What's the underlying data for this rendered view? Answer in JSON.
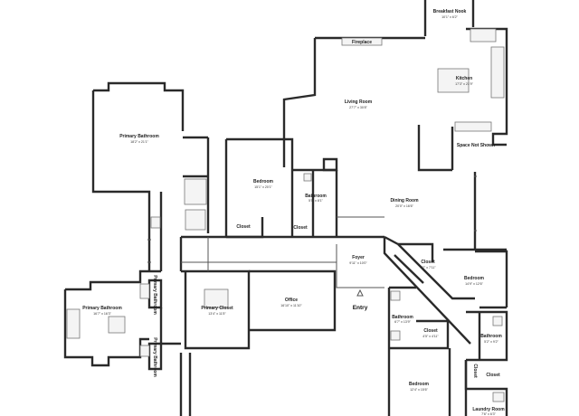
{
  "rooms": {
    "breakfast_nook": {
      "name": "Breakfast Nook",
      "dims": "10'1\" x 6'2\""
    },
    "fireplace": {
      "name": "Fireplace"
    },
    "kitchen": {
      "name": "Kitchen",
      "dims": "17'3\" x 21'9\""
    },
    "living_room": {
      "name": "Living Room",
      "dims": "27'7\" x 30'8\""
    },
    "primary_bathroom_upper": {
      "name": "Primary Bathroom",
      "dims": "18'2\" x 21'1\""
    },
    "bedroom_center": {
      "name": "Bedroom",
      "dims": "15'1\" x 20'1\""
    },
    "bathroom_center": {
      "name": "Bathroom",
      "dims": "5'5\" x 8'1\""
    },
    "closet_center_left": {
      "name": "Closet"
    },
    "closet_center_right": {
      "name": "Closet"
    },
    "space_not_shown": {
      "name": "Space Not Shown"
    },
    "dining_room": {
      "name": "Dining Room",
      "dims": "20'0\" x 16'6\""
    },
    "foyer": {
      "name": "Foyer",
      "dims": "9'11\" x 10'0\""
    },
    "closet_foyer": {
      "name": "Closet",
      "dims": "7'2\" x 7'11\""
    },
    "bedroom_east": {
      "name": "Bedroom",
      "dims": "14'9\" x 12'6\""
    },
    "primary_bathroom_lower": {
      "name": "Primary Bathroom",
      "dims": "16'7\" x 16'3\""
    },
    "primary_bathroom_label_1": {
      "name": "Primary Bathroom"
    },
    "primary_bathroom_label_2": {
      "name": "Primary Bathroom"
    },
    "primary_closet": {
      "name": "Primary Closet",
      "dims": "13'4\" x 11'5\""
    },
    "office": {
      "name": "Office",
      "dims": "16'10\" x 11'10\""
    },
    "entry": {
      "name": "Entry"
    },
    "bathroom_south": {
      "name": "Bathroom",
      "dims": "6'7\" x 13'9\""
    },
    "closet_south": {
      "name": "Closet",
      "dims": "4'5\" x 4'11\""
    },
    "bathroom_east": {
      "name": "Bathroom",
      "dims": "5'2\" x 9'2\""
    },
    "closet_east": {
      "name": "Closet"
    },
    "closet_laundry": {
      "name": "Closet"
    },
    "bedroom_south": {
      "name": "Bedroom",
      "dims": "12'4\" x 15'6\""
    },
    "laundry_room": {
      "name": "Laundry Room",
      "dims": "7'6\" x 6'3\""
    }
  }
}
